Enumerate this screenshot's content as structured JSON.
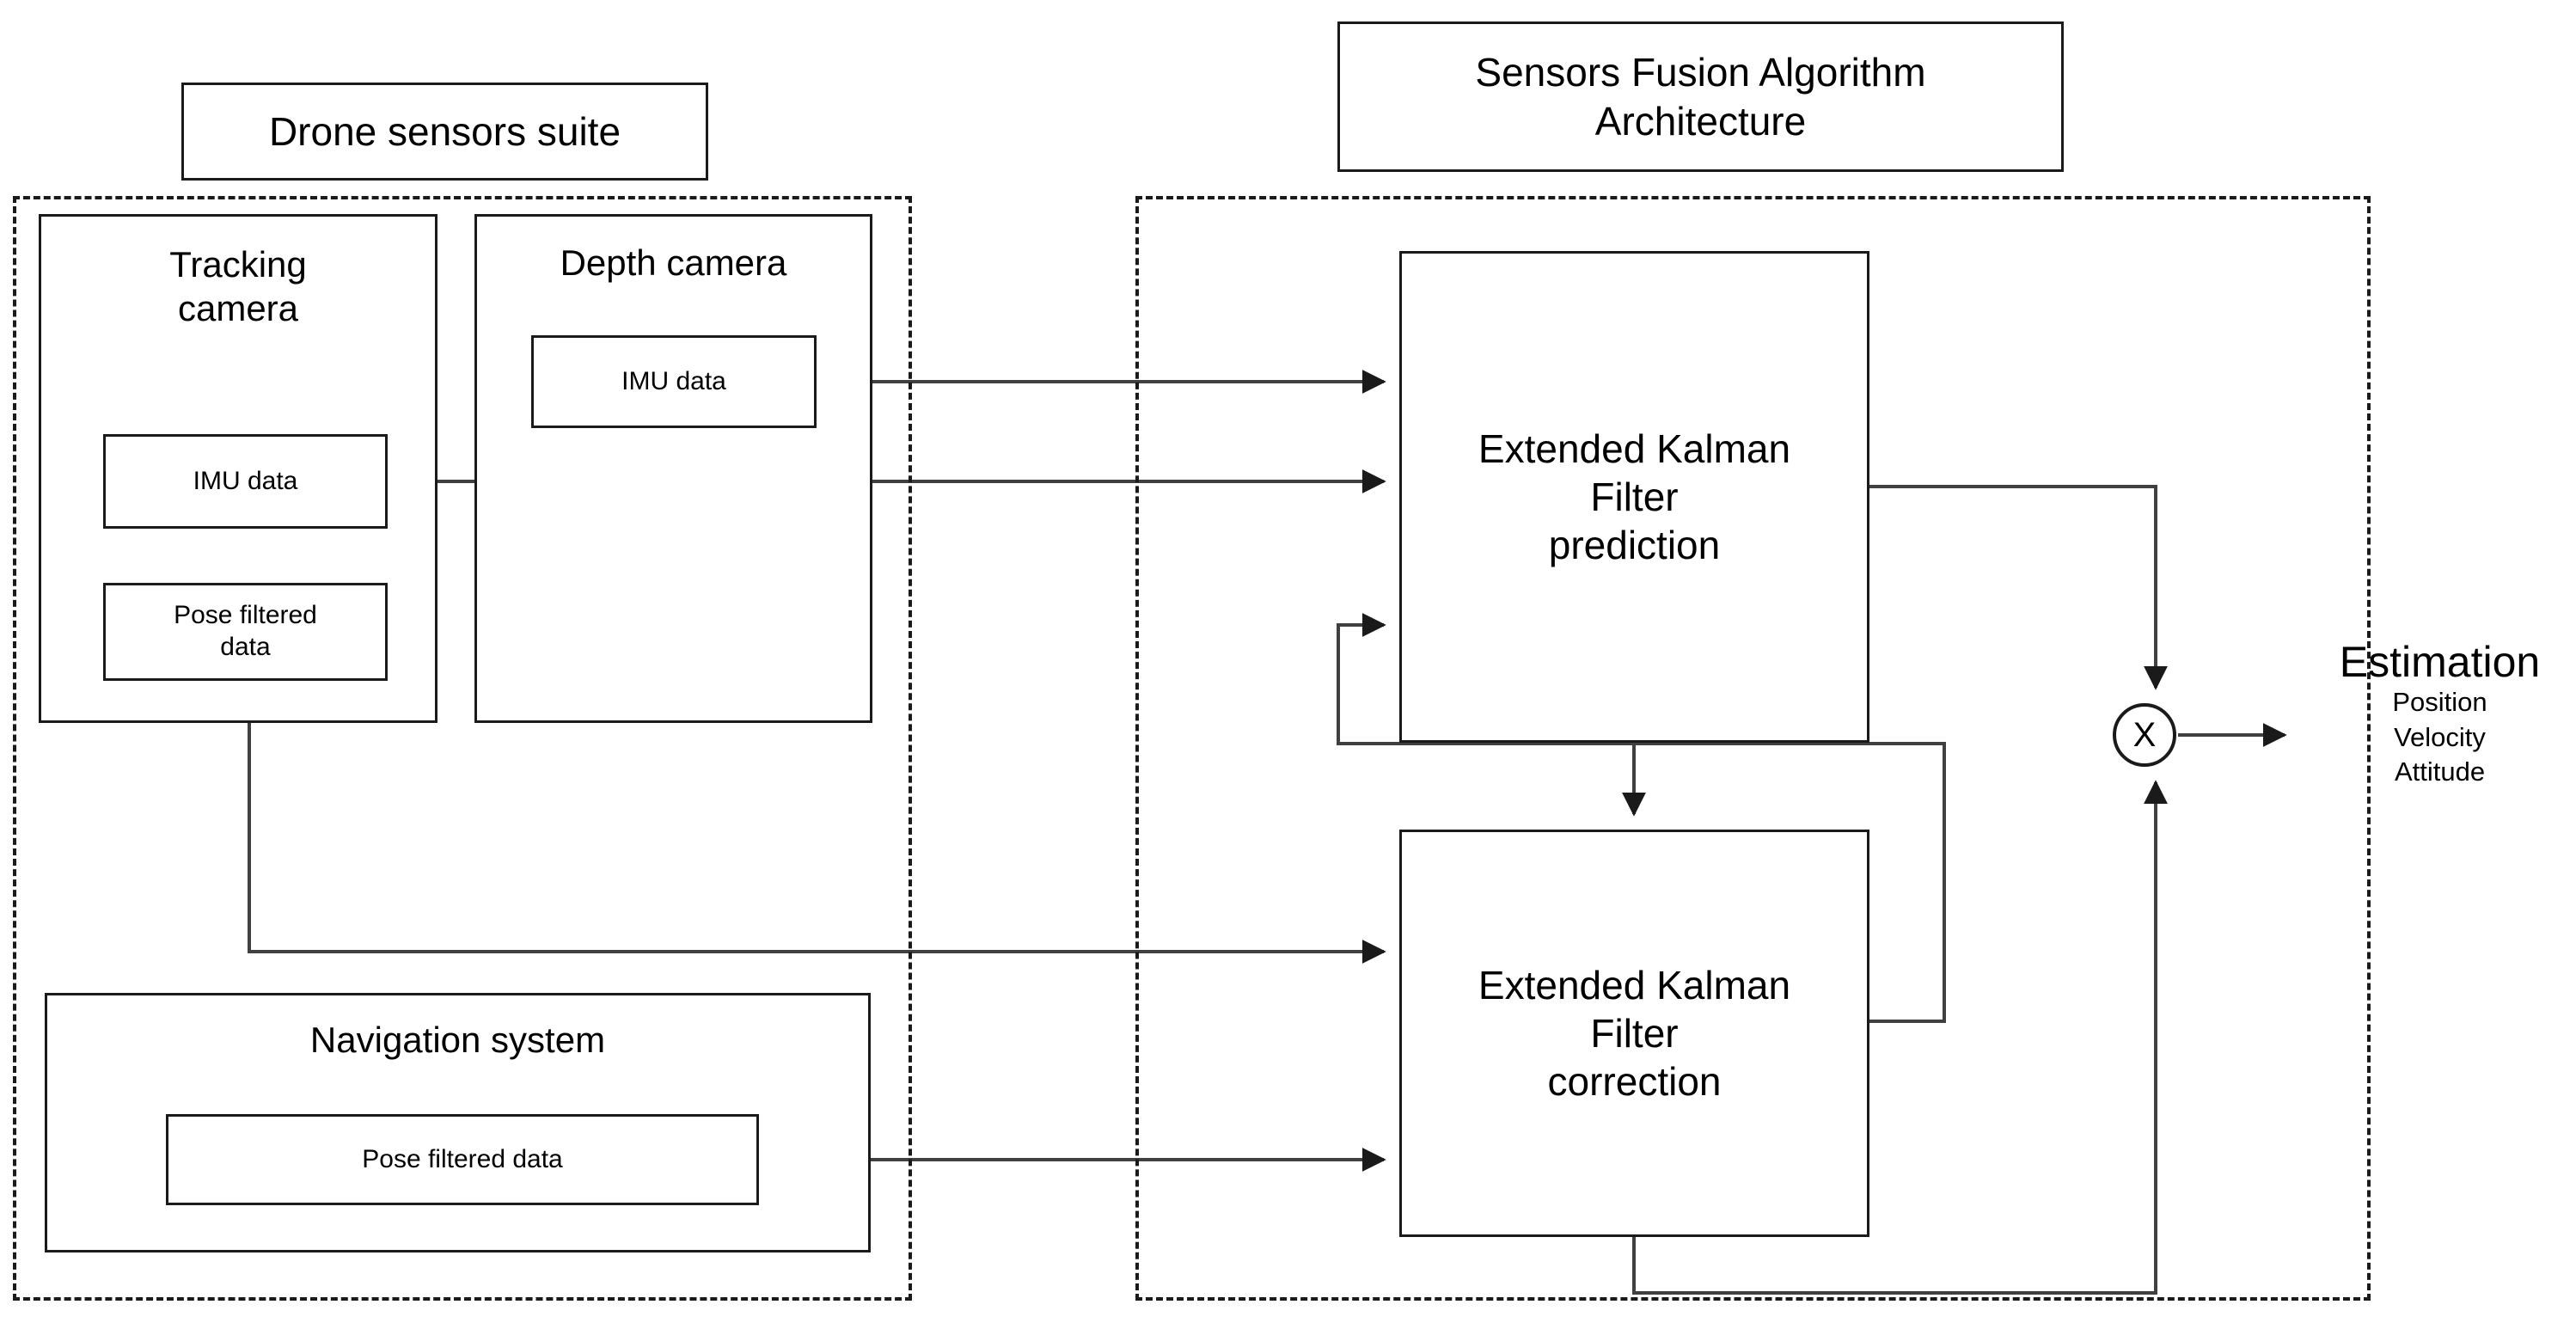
{
  "diagram": {
    "title_banners": [
      {
        "id": "drone",
        "label": "Drone sensors suite"
      },
      {
        "id": "fusion",
        "label": "Sensors Fusion Algorithm\nArchitecture"
      }
    ],
    "sensor_suite": {
      "group_label": "Drone sensors suite",
      "cards": [
        {
          "id": "tracking-camera",
          "label": "Tracking\ncamera",
          "outputs": [
            {
              "id": "tracking-imu",
              "label": "IMU data"
            },
            {
              "id": "tracking-pose",
              "label": "Pose filtered\ndata"
            }
          ]
        },
        {
          "id": "depth-camera",
          "label": "Depth camera",
          "outputs": [
            {
              "id": "depth-imu",
              "label": "IMU data"
            }
          ]
        },
        {
          "id": "navigation-system",
          "label": "Navigation system",
          "outputs": [
            {
              "id": "nav-pose",
              "label": "Pose filtered data"
            }
          ]
        }
      ]
    },
    "fusion_algorithm": {
      "group_label": "Sensors Fusion Algorithm Architecture",
      "blocks": [
        {
          "id": "ekf-prediction",
          "label": "Extended Kalman\nFilter\nprediction"
        },
        {
          "id": "ekf-correction",
          "label": "Extended Kalman\nFilter\ncorrection"
        }
      ],
      "fuse_operator": {
        "id": "multiply",
        "symbol": "X"
      }
    },
    "output": {
      "title": "Estimation",
      "items": [
        "Position",
        "Velocity",
        "Attitude"
      ]
    },
    "colors": {
      "stroke": "#1a1a1a",
      "connector": "#404040",
      "background": "#ffffff"
    }
  }
}
